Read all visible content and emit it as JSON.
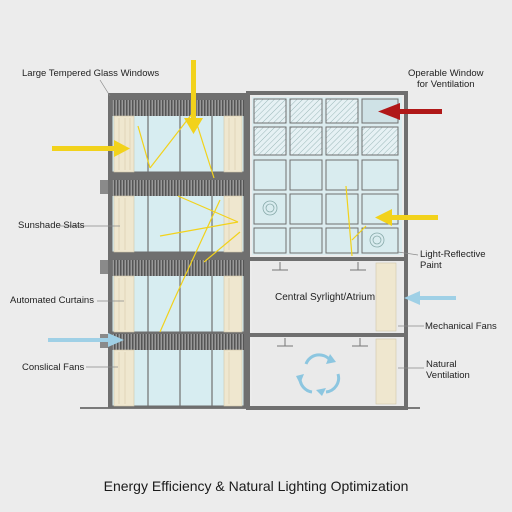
{
  "labels": {
    "large_windows": "Large Tempered Glass Windows",
    "operable_window": "Operable Window\nfor Ventilation",
    "sunshade_slats": "Sunshade Slats",
    "light_reflective": "Light-Reflective\nPaint",
    "automated_curtains": "Automated Curtains",
    "central_skylight": "Central Syrlight/Atrium",
    "mechanical_fans": "Mechanical Fans",
    "conslical_fans": "Conslical Fans",
    "natural_ventilation": "Natural\nVentilation"
  },
  "title": "Energy Efficiency & Natural Lighting Optimization",
  "colors": {
    "sunlight": "#f2d21b",
    "airflow": "#9fd0e6",
    "exhaust": "#b01818",
    "wall": "#777777",
    "glass": "#d9eef2",
    "curtain": "#eee6cc",
    "background": "#ececec"
  }
}
